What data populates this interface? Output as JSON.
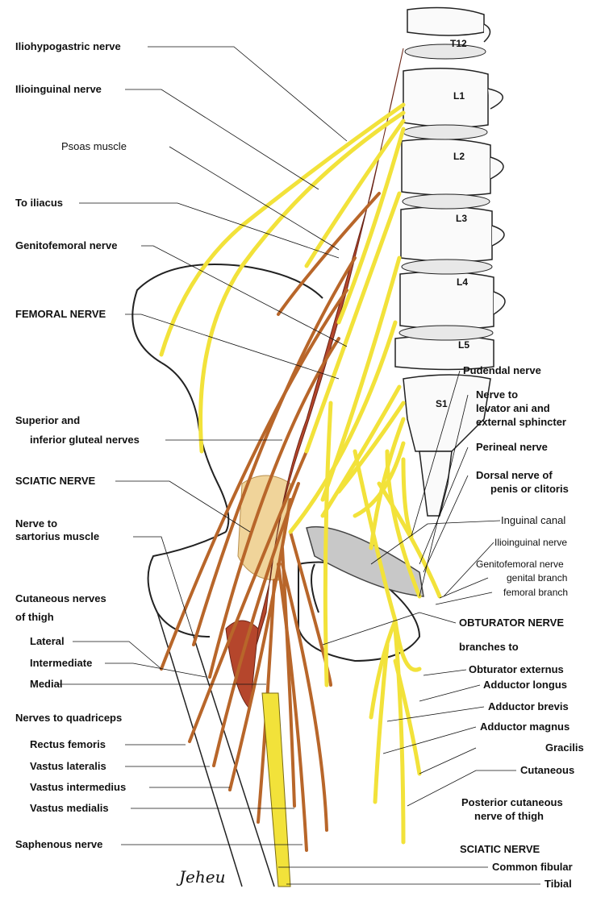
{
  "vertebrae": [
    "T12",
    "L1",
    "L2",
    "L3",
    "L4",
    "L5",
    "S1"
  ],
  "labels_left": {
    "iliohypogastric": "Iliohypogastric nerve",
    "ilioinguinal": "Ilioinguinal nerve",
    "psoas": "Psoas muscle",
    "to_iliacus": "To iliacus",
    "genitofemoral": "Genitofemoral nerve",
    "femoral": "FEMORAL NERVE",
    "gluteal_1": "Superior and",
    "gluteal_2": "inferior gluteal nerves",
    "sciatic": "SCIATIC NERVE",
    "sartorius_1": "Nerve to",
    "sartorius_2": "sartorius muscle",
    "cutaneous_1": "Cutaneous nerves",
    "cutaneous_2": "of thigh",
    "lateral": "Lateral",
    "intermediate": "Intermediate",
    "medial": "Medial",
    "quadriceps": "Nerves to quadriceps",
    "rectus_femoris": "Rectus femoris",
    "vastus_lateralis": "Vastus lateralis",
    "vastus_intermedius": "Vastus intermedius",
    "vastus_medialis": "Vastus medialis",
    "saphenous": "Saphenous nerve"
  },
  "labels_right": {
    "pudendal": "Pudendal nerve",
    "levator_1": "Nerve to",
    "levator_2": "levator ani and",
    "levator_3": "external sphincter",
    "perineal": "Perineal nerve",
    "dorsal_1": "Dorsal nerve of",
    "dorsal_2": "penis or clitoris",
    "inguinal_canal": "Inguinal canal",
    "ilioinguinal": "Ilioinguinal nerve",
    "genitofemoral": "Genitofemoral nerve",
    "genital_branch": "genital branch",
    "femoral_branch": "femoral branch",
    "obturator": "OBTURATOR NERVE",
    "branches_to": "branches to",
    "obturator_externus": "Obturator externus",
    "adductor_longus": "Adductor longus",
    "adductor_brevis": "Adductor brevis",
    "adductor_magnus": "Adductor magnus",
    "gracilis": "Gracilis",
    "cutaneous": "Cutaneous",
    "posterior_1": "Posterior cutaneous",
    "posterior_2": "nerve of thigh",
    "sciatic": "SCIATIC NERVE",
    "common_fibular": "Common fibular",
    "tibial": "Tibial"
  },
  "signature": "Jeheu",
  "colors": {
    "nerve_yellow": "#f2e23a",
    "nerve_outline": "#7a6a10",
    "muscle_red": "#b5462c",
    "muscle_brown": "#b8662a",
    "canal_gray": "#c8c8c8",
    "bone_outline": "#222222",
    "joint_tan": "#f0d49a"
  }
}
